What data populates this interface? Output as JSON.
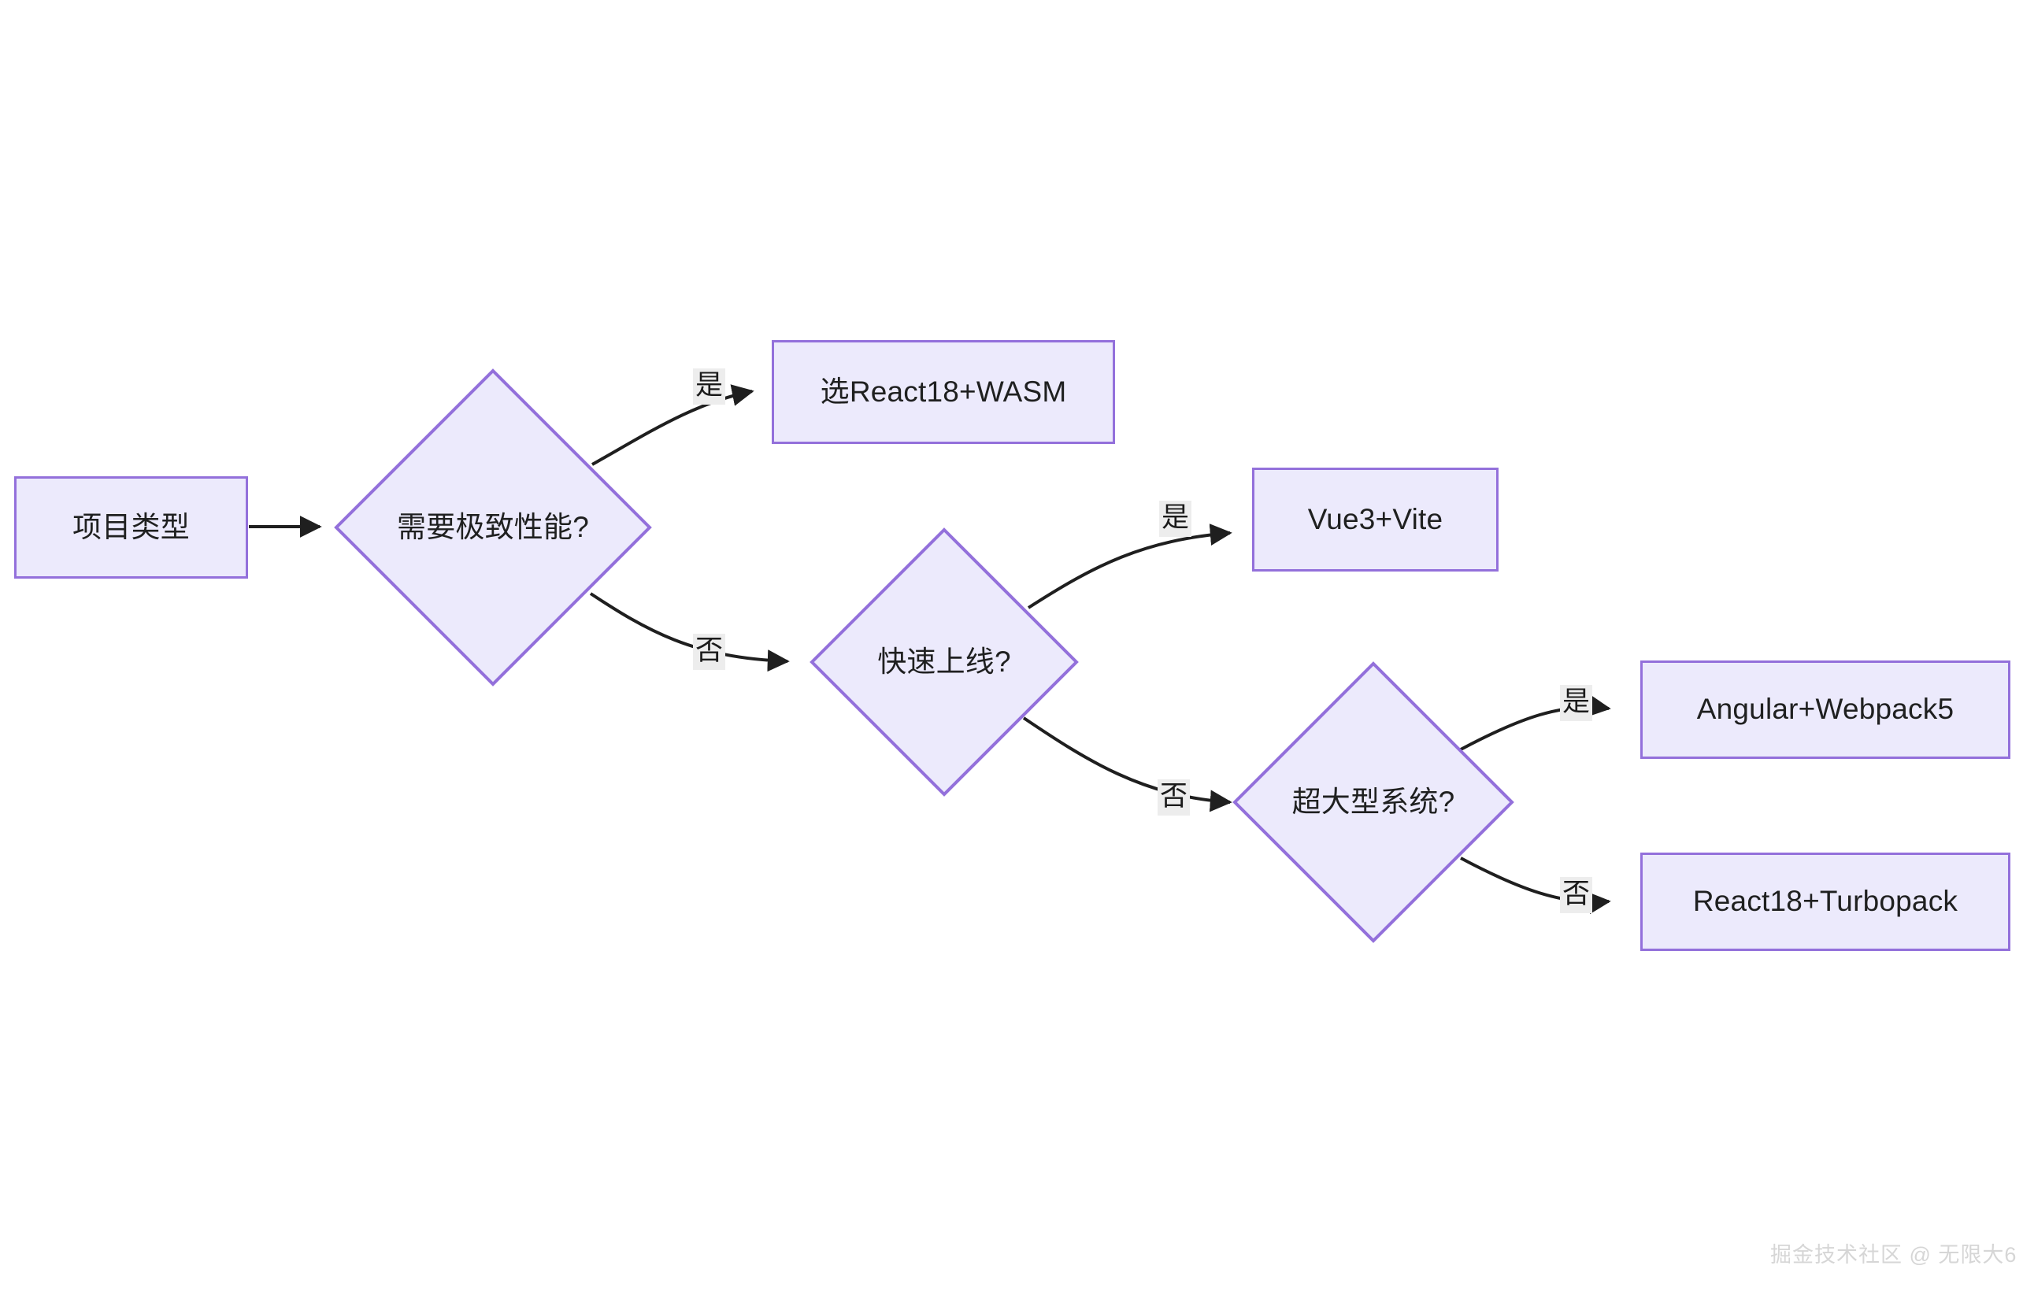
{
  "diagram": {
    "type": "flowchart",
    "direction": "left-to-right",
    "background_color": "#FFFFFF",
    "node_fill_color": "#ECEAFC",
    "node_border_color": "#9370DB",
    "edge_color": "#1f1f1f",
    "edge_label_bg_color": "#EDEDED",
    "text_color": "#1F2020",
    "nodes": [
      {
        "id": "n1",
        "label": "项目类型",
        "shape": "rect"
      },
      {
        "id": "n2",
        "label": "需要极致性能?",
        "shape": "diamond"
      },
      {
        "id": "n3",
        "label": "选React18+WASM",
        "shape": "rect"
      },
      {
        "id": "n4",
        "label": "快速上线?",
        "shape": "diamond"
      },
      {
        "id": "n5",
        "label": "Vue3+Vite",
        "shape": "rect"
      },
      {
        "id": "n6",
        "label": "超大型系统?",
        "shape": "diamond"
      },
      {
        "id": "n7",
        "label": "Angular+Webpack5",
        "shape": "rect"
      },
      {
        "id": "n8",
        "label": "React18+Turbopack",
        "shape": "rect"
      }
    ],
    "edges": [
      {
        "from": "n1",
        "to": "n2",
        "label": ""
      },
      {
        "from": "n2",
        "to": "n3",
        "label": "是"
      },
      {
        "from": "n2",
        "to": "n4",
        "label": "否"
      },
      {
        "from": "n4",
        "to": "n5",
        "label": "是"
      },
      {
        "from": "n4",
        "to": "n6",
        "label": "否"
      },
      {
        "from": "n6",
        "to": "n7",
        "label": "是"
      },
      {
        "from": "n6",
        "to": "n8",
        "label": "否"
      }
    ]
  },
  "watermark": {
    "text": "掘金技术社区 @ 无限大6"
  }
}
